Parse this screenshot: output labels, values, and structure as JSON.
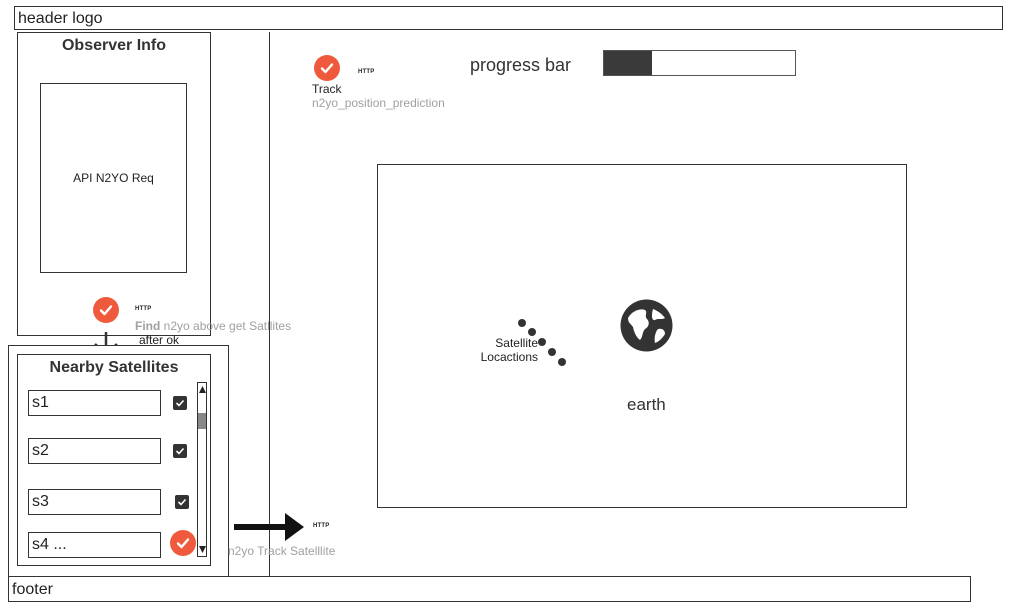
{
  "header": {
    "logo_text": "header logo"
  },
  "footer": {
    "text": "footer"
  },
  "observer": {
    "title": "Observer Info",
    "request_label": "API N2YO Req"
  },
  "find": {
    "http": "HTTP",
    "find_label": "Find",
    "desc": "n2yo  above get Satllites",
    "after": "after ok"
  },
  "nearby": {
    "title": "Nearby Satellites",
    "items": [
      {
        "value": "s1",
        "state": "checked"
      },
      {
        "value": "s2",
        "state": "checked"
      },
      {
        "value": "s3",
        "state": "checked"
      },
      {
        "value": "s4 ...",
        "state": "selected"
      }
    ]
  },
  "track": {
    "http": "HTTP",
    "label": "Track",
    "desc": "n2yo_position_prediction"
  },
  "progress": {
    "label": "progress bar",
    "value": 0.25
  },
  "earth": {
    "label": "earth",
    "satellite_label": "Satellite\nLocactions",
    "icon": "globe-icon"
  },
  "bottom_track": {
    "http": "HTTP",
    "desc": "n2yo Track Satelllite"
  },
  "colors": {
    "accent": "#f05a3c",
    "dark": "#333333",
    "muted": "#a0a0a0"
  }
}
